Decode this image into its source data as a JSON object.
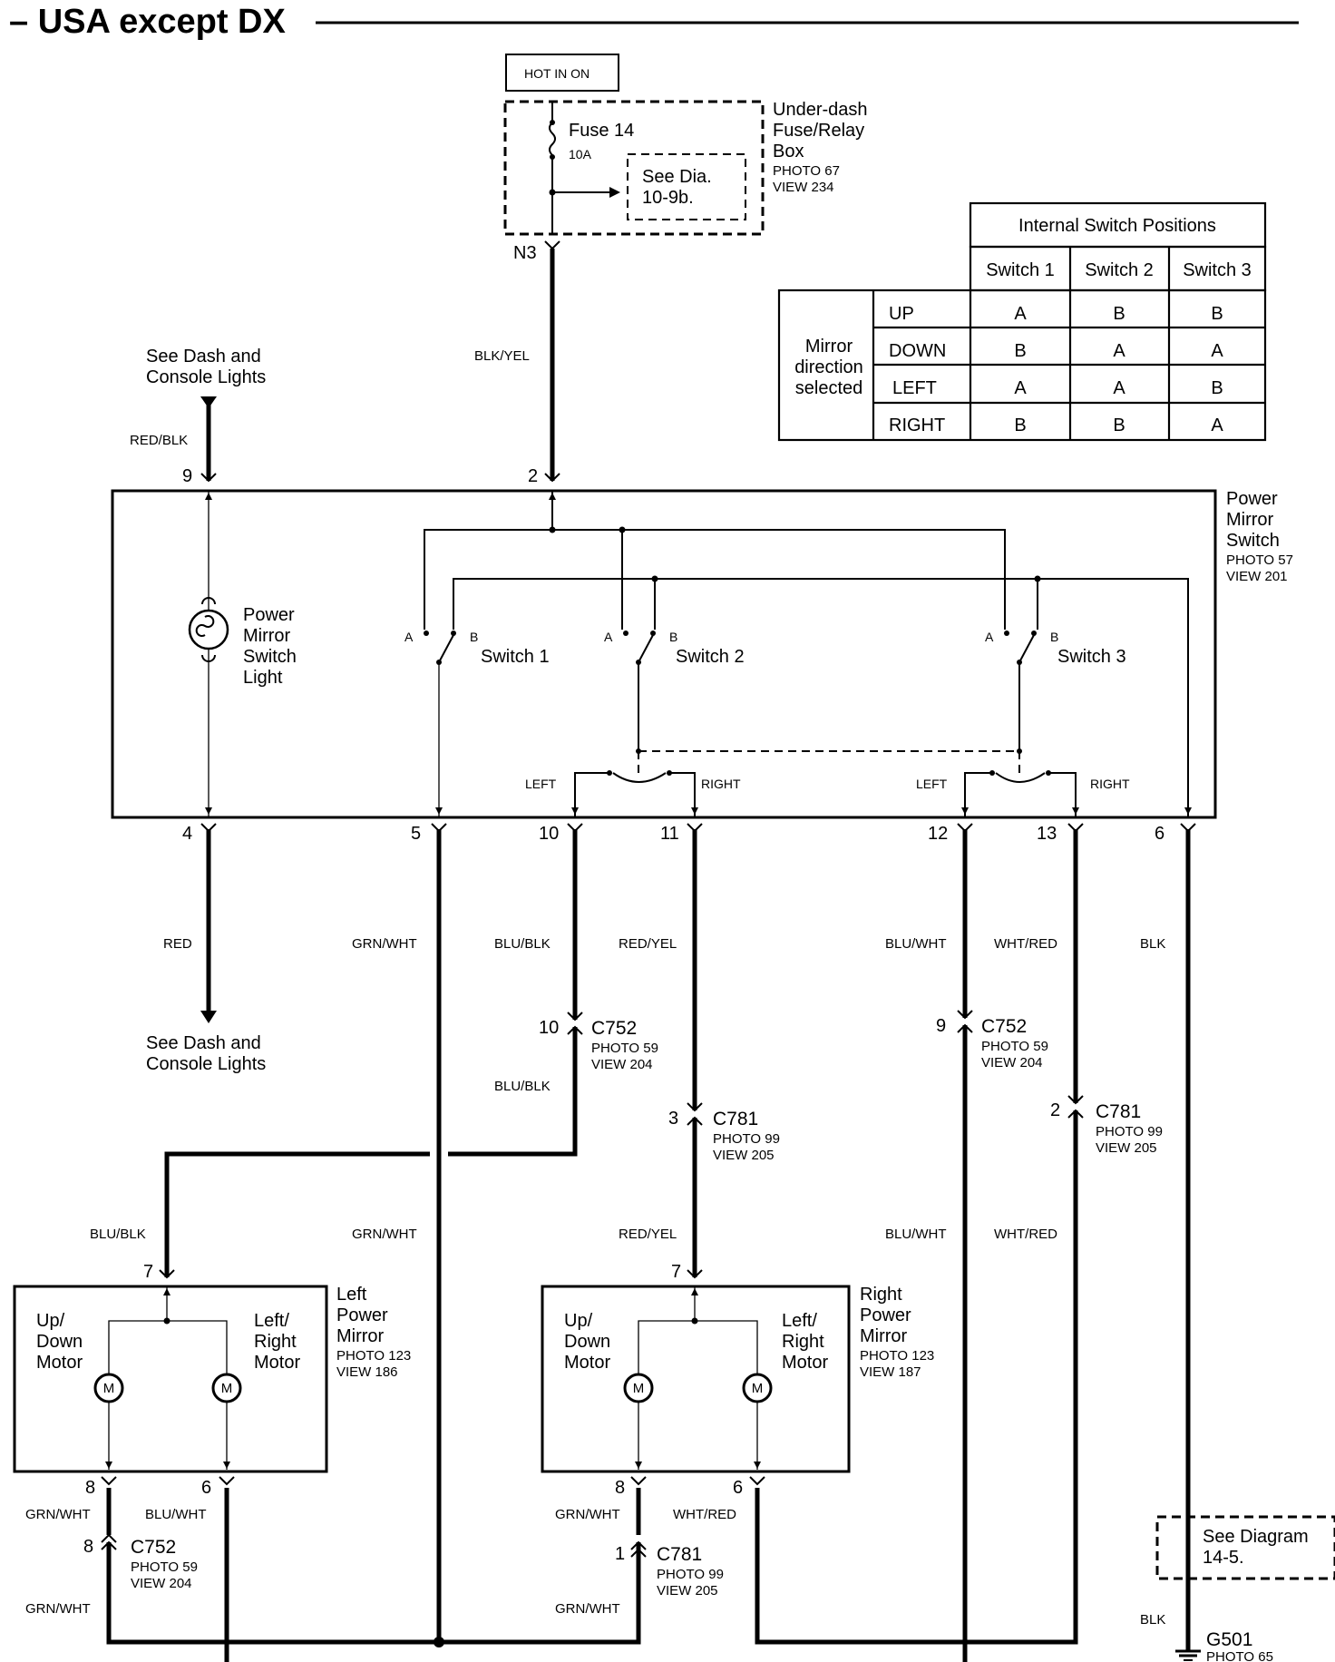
{
  "title": "– USA except DX",
  "fuse_box": {
    "hot_label": "HOT IN ON",
    "fuse_label": "Fuse 14",
    "fuse_rating": "10A",
    "see_dia_line1": "See Dia.",
    "see_dia_line2": "10-9b.",
    "name_line1": "Under-dash",
    "name_line2": "Fuse/Relay",
    "name_line3": "Box",
    "photo": "PHOTO 67",
    "view": "VIEW 234",
    "terminal": "N3"
  },
  "table": {
    "header": "Internal Switch Positions",
    "columns": [
      "Switch 1",
      "Switch 2",
      "Switch 3"
    ],
    "row_group_line1": "Mirror",
    "row_group_line2": "direction",
    "row_group_line3": "selected",
    "rows": [
      {
        "label": "UP",
        "values": [
          "A",
          "B",
          "B"
        ]
      },
      {
        "label": "DOWN",
        "values": [
          "B",
          "A",
          "A"
        ]
      },
      {
        "label": "LEFT",
        "values": [
          "A",
          "A",
          "B"
        ]
      },
      {
        "label": "RIGHT",
        "values": [
          "B",
          "B",
          "A"
        ]
      }
    ]
  },
  "dash_lights_top_line1": "See Dash and",
  "dash_lights_top_line2": "Console Lights",
  "dash_lights_bottom_line1": "See Dash and",
  "dash_lights_bottom_line2": "Console Lights",
  "wires": {
    "red_blk": "RED/BLK",
    "blk_yel": "BLK/YEL",
    "red": "RED",
    "grn_wht_1": "GRN/WHT",
    "blu_blk_1": "BLU/BLK",
    "red_yel_1": "RED/YEL",
    "blu_wht_1": "BLU/WHT",
    "wht_red_1": "WHT/RED",
    "blk_1": "BLK",
    "blu_blk_2": "BLU/BLK",
    "blu_blk_3": "BLU/BLK",
    "grn_wht_2": "GRN/WHT",
    "red_yel_2": "RED/YEL",
    "blu_wht_2": "BLU/WHT",
    "wht_red_2": "WHT/RED",
    "grn_wht_3": "GRN/WHT",
    "blu_wht_3": "BLU/WHT",
    "grn_wht_4": "GRN/WHT",
    "wht_red_3": "WHT/RED",
    "grn_wht_5": "GRN/WHT",
    "grn_wht_6": "GRN/WHT",
    "blk_2": "BLK"
  },
  "switch_unit": {
    "name_line1": "Power",
    "name_line2": "Mirror",
    "name_line3": "Switch",
    "photo": "PHOTO 57",
    "view": "VIEW 201",
    "light_line1": "Power",
    "light_line2": "Mirror",
    "light_line3": "Switch",
    "light_line4": "Light",
    "switch1": "Switch 1",
    "switch2": "Switch 2",
    "switch3": "Switch 3",
    "pos_a": "A",
    "pos_b": "B",
    "left": "LEFT",
    "right": "RIGHT",
    "pins_top": [
      "9",
      "2"
    ],
    "pins_bottom": [
      "4",
      "5",
      "10",
      "11",
      "12",
      "13",
      "6"
    ]
  },
  "connectors": {
    "c752_a": {
      "pin": "10",
      "name": "C752",
      "photo": "PHOTO 59",
      "view": "VIEW 204"
    },
    "c752_b": {
      "pin": "9",
      "name": "C752",
      "photo": "PHOTO 59",
      "view": "VIEW 204"
    },
    "c781_a": {
      "pin": "3",
      "name": "C781",
      "photo": "PHOTO 99",
      "view": "VIEW 205"
    },
    "c781_b": {
      "pin": "2",
      "name": "C781",
      "photo": "PHOTO 99",
      "view": "VIEW 205"
    },
    "c752_c": {
      "pin": "8",
      "name": "C752",
      "photo": "PHOTO 59",
      "view": "VIEW 204"
    },
    "c781_c": {
      "pin": "1",
      "name": "C781",
      "photo": "PHOTO 99",
      "view": "VIEW 205"
    }
  },
  "left_mirror": {
    "name_line1": "Left",
    "name_line2": "Power",
    "name_line3": "Mirror",
    "photo": "PHOTO 123",
    "view": "VIEW 186",
    "updown_line1": "Up/",
    "updown_line2": "Down",
    "updown_line3": "Motor",
    "lr_line1": "Left/",
    "lr_line2": "Right",
    "lr_line3": "Motor",
    "motor_symbol": "M",
    "pin_top": "7",
    "pin_left": "8",
    "pin_right": "6"
  },
  "right_mirror": {
    "name_line1": "Right",
    "name_line2": "Power",
    "name_line3": "Mirror",
    "photo": "PHOTO 123",
    "view": "VIEW 187",
    "updown_line1": "Up/",
    "updown_line2": "Down",
    "updown_line3": "Motor",
    "lr_line1": "Left/",
    "lr_line2": "Right",
    "lr_line3": "Motor",
    "motor_symbol": "M",
    "pin_top": "7",
    "pin_left": "8",
    "pin_right": "6"
  },
  "see_diagram_line1": "See Diagram",
  "see_diagram_line2": "14-5.",
  "ground": {
    "name": "G501",
    "photo": "PHOTO 65"
  }
}
